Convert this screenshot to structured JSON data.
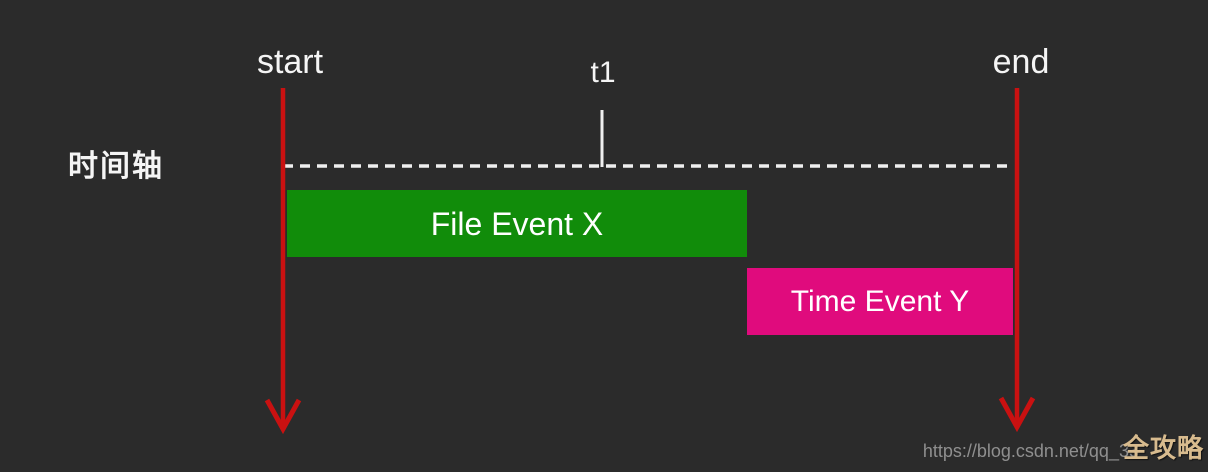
{
  "colors": {
    "background": "#2b2b2b",
    "text": "#f5f5f5",
    "arrow-red": "#c91111",
    "event-x-green": "#118c0a",
    "event-y-pink": "#e00b7d",
    "watermark-gray": "#8f8f8f",
    "stamp-tan": "#d8bb8e"
  },
  "timeline": {
    "axis_label": "时间轴",
    "markers": {
      "start": "start",
      "t1": "t1",
      "end": "end"
    }
  },
  "events": [
    {
      "label": "File Event X",
      "color": "#118c0a",
      "from": "start",
      "to": "t1+"
    },
    {
      "label": "Time Event Y",
      "color": "#e00b7d",
      "from": "after File Event X",
      "to": "end"
    }
  ],
  "watermark": {
    "url": "https://blog.csdn.net/qq_33",
    "stamp": "全攻略"
  }
}
